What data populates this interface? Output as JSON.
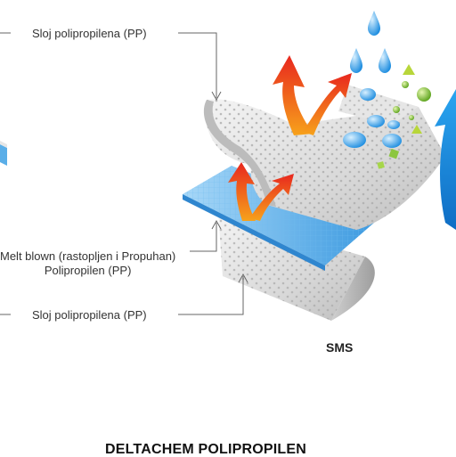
{
  "labels": {
    "top_layer": "Sloj polipropilena (PP)",
    "middle_layer_line1": "Melt blown (rastopljen i Propuhan)",
    "middle_layer_line2": "Polipropilen (PP)",
    "bottom_layer": "Sloj polipropilena (PP)",
    "sms": "SMS",
    "brand": "DELTACHEM POLIPROPILEN"
  },
  "colors": {
    "pp_layer": "#d9d9d9",
    "meltblown_layer": "#5aaee8",
    "arrow_warm": "#f26b1d",
    "arrow_blue": "#1a8fe0",
    "droplet": "#4aa8e6",
    "particle_green": "#8cc63f",
    "text": "#333333"
  },
  "icons": [
    "water-droplet-icon",
    "heat-arrow-icon",
    "air-arrow-icon",
    "particle-icon"
  ]
}
